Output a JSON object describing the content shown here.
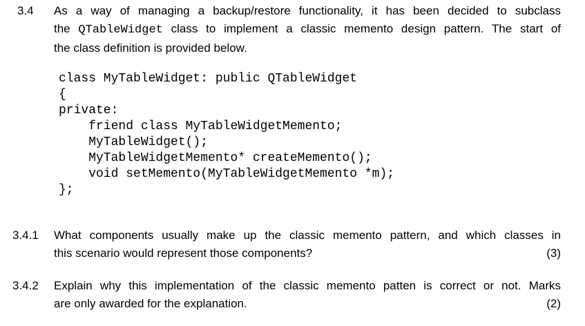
{
  "document": {
    "colors": {
      "background": "#ffffff",
      "text": "#000000"
    },
    "question": {
      "number": "3.4",
      "intro_line1": "As a way of managing a backup/restore functionality, it has been decided to subclass",
      "intro_line2_pre": "the ",
      "intro_line2_code": "QTableWidget",
      "intro_line2_post": " class to implement a classic memento design pattern. The start of",
      "intro_line3": "the class definition is provided below.",
      "code_lines": [
        "class MyTableWidget: public QTableWidget",
        "{",
        "private:",
        "    friend class MyTableWidgetMemento;",
        "    MyTableWidget();",
        "    MyTableWidgetMemento* createMemento();",
        "    void setMemento(MyTableWidgetMemento *m);",
        "};"
      ]
    },
    "sub_questions": [
      {
        "number": "3.4.1",
        "line1": "What components usually make up the classic memento pattern, and which classes in",
        "line2": "this scenario would represent those components?",
        "marks": "(3)"
      },
      {
        "number": "3.4.2",
        "line1": "Explain why this implementation of the classic memento patten is correct or not. Marks",
        "line2": "are only awarded for the explanation.",
        "marks": "(2)"
      }
    ]
  }
}
